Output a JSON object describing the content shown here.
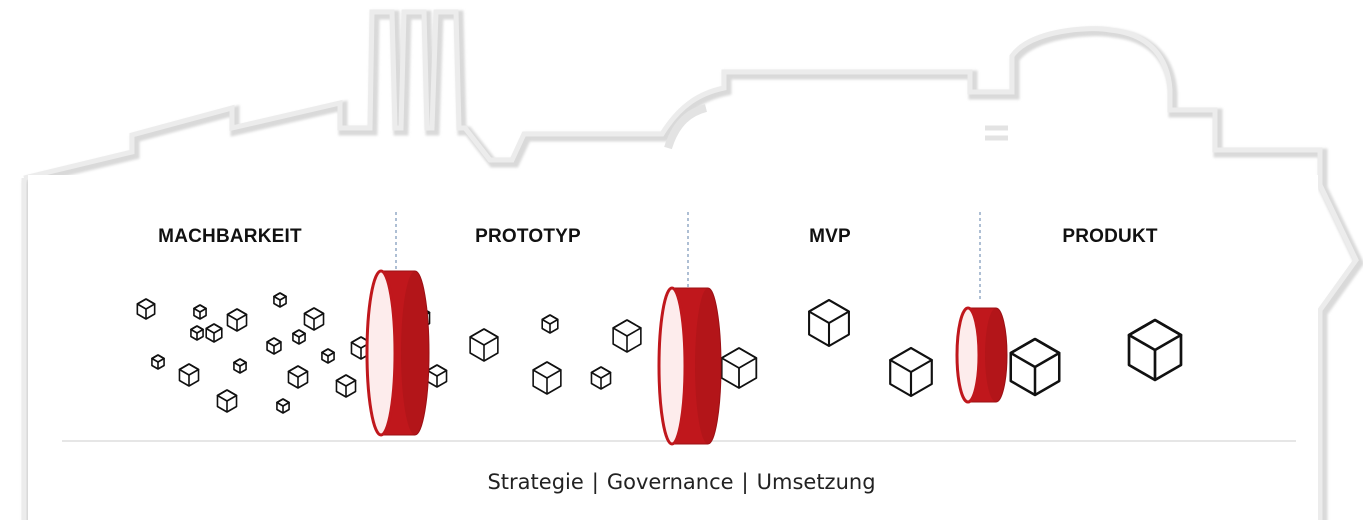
{
  "stages": [
    {
      "label": "MACHBARKEIT"
    },
    {
      "label": "PROTOTYP"
    },
    {
      "label": "MVP"
    },
    {
      "label": "PRODUKT"
    }
  ],
  "footer": {
    "items": [
      "Strategie",
      "Governance",
      "Umsetzung"
    ],
    "separator": "|"
  },
  "colors": {
    "gate": "#c0171c",
    "gate_dark": "#9c1015",
    "gate_face": "#fdecec",
    "outline": "#cfcfcf",
    "divider": "#5c7fa8",
    "cube": "#111111"
  },
  "icons": {
    "cube": "cube-icon",
    "gate": "gate-cylinder-icon",
    "factory": "factory-silhouette"
  }
}
